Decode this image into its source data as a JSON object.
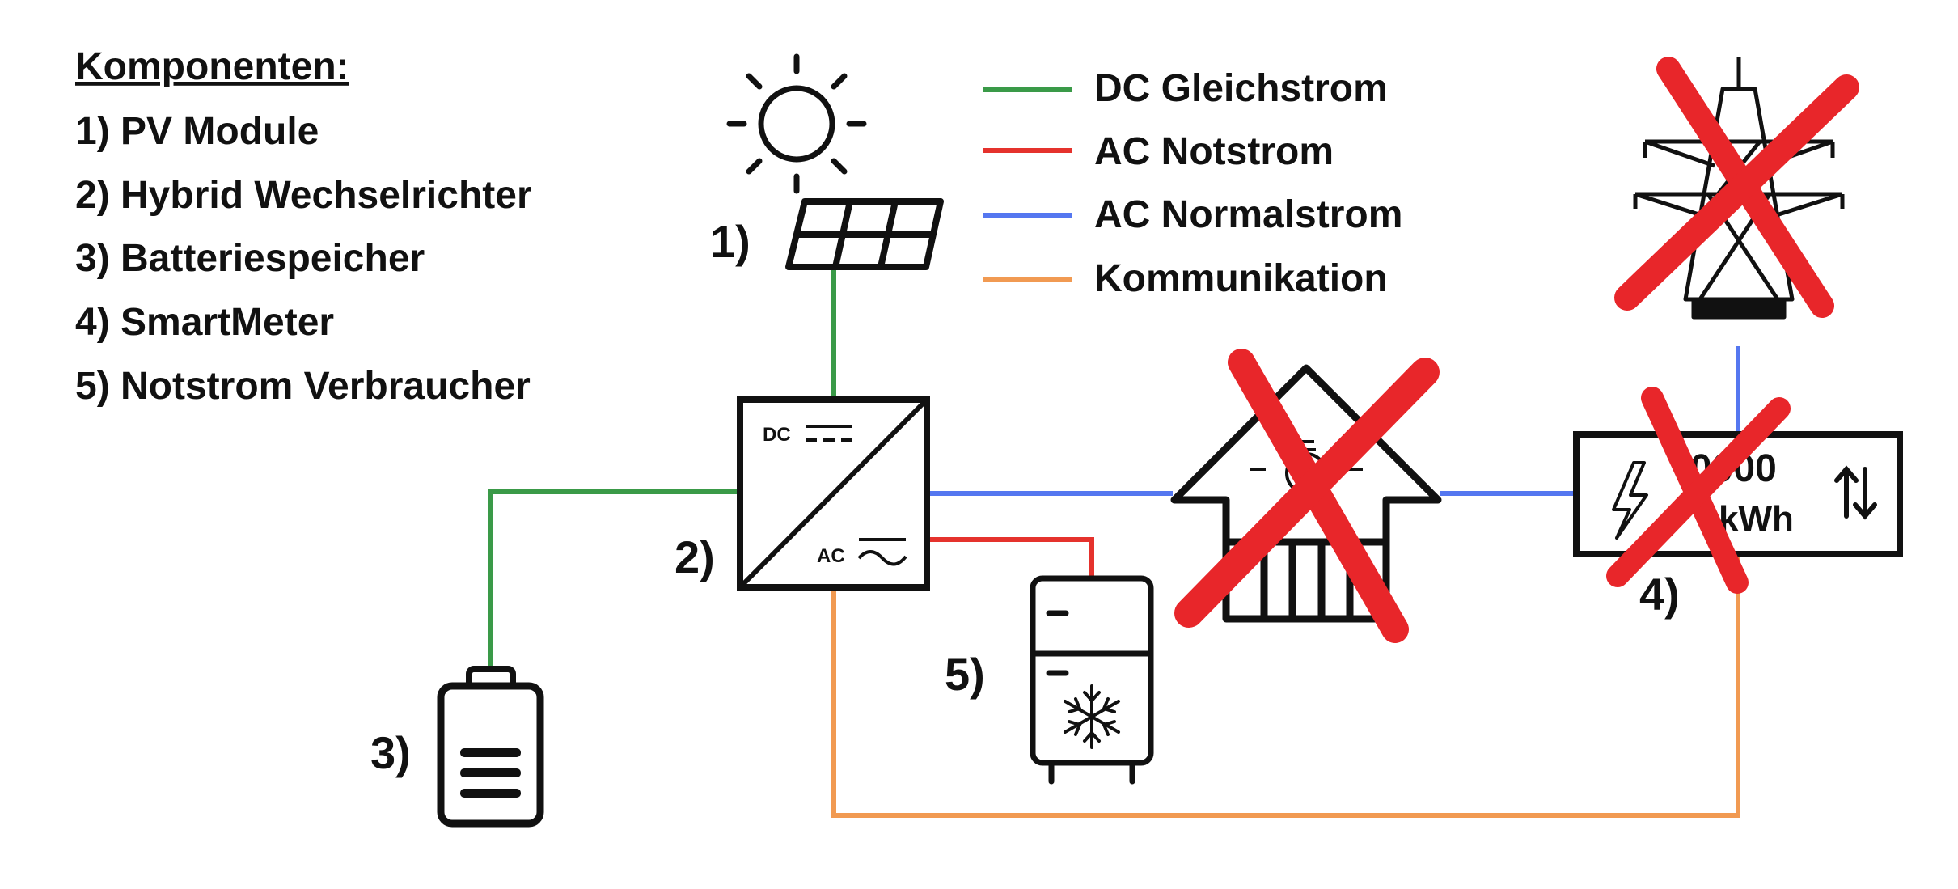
{
  "components": {
    "heading": "Komponenten:",
    "items": [
      "1) PV Module",
      "2) Hybrid Wechselrichter",
      "3) Batteriespeicher",
      "4) SmartMeter",
      "5) Notstrom Verbraucher"
    ]
  },
  "legend": [
    {
      "label": "DC Gleichstrom",
      "color": "#3a9a48"
    },
    {
      "label": "AC Notstrom",
      "color": "#e5322d"
    },
    {
      "label": "AC Normalstrom",
      "color": "#5577f0"
    },
    {
      "label": "Kommunikation",
      "color": "#f19a52"
    }
  ],
  "markers": {
    "pv": "1)",
    "inverter": "2)",
    "battery": "3)",
    "meter": "4)",
    "fridge": "5)"
  },
  "inverter": {
    "dc_label": "DC",
    "ac_label": "AC"
  },
  "meter": {
    "reading_top": "0000",
    "reading_bottom": "kWh"
  },
  "cross_color": "#e8262a",
  "icons": [
    "sun-icon",
    "solar-panel-icon",
    "inverter-icon",
    "battery-icon",
    "fridge-icon",
    "snowflake-icon",
    "house-icon",
    "lightbulb-icon",
    "smart-meter-icon",
    "lightning-icon",
    "arrows-updown-icon",
    "power-pylon-icon"
  ]
}
